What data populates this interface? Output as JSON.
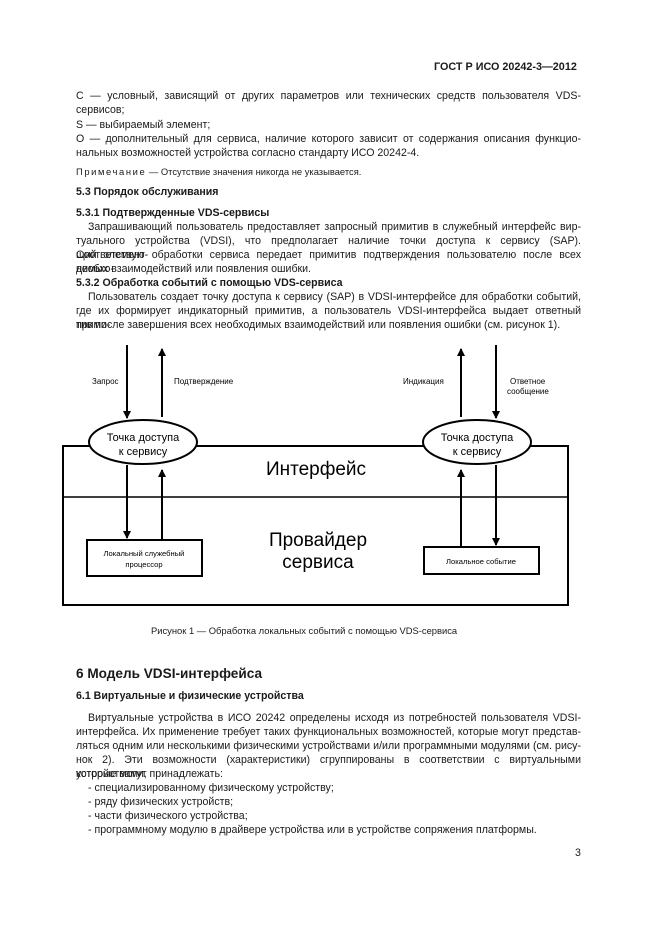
{
  "header": {
    "doc_code": "ГОСТ Р ИСО 20242-3—2012"
  },
  "defs": {
    "c_line1": "С — условный, зависящий от других параметров или технических средств пользователя VDS-",
    "c_line2": "сервисов;",
    "s_line": "S — выбираемый элемент;",
    "o_line1": "О — дополнительный для сервиса, наличие которого зависит от содержания описания функцио-",
    "o_line2": "нальных возможностей устройства согласно стандарту ИСО 20242-4.",
    "note_label": "Примечание",
    "note_text": " — Отсутствие значения никогда не указывается."
  },
  "sec53": {
    "title": "5.3 Порядок обслуживания",
    "s531_title": "5.3.1 Подтвержденные VDS-сервисы",
    "s531_lines": [
      "Запрашивающий пользователь предоставляет запросный примитив в служебный интерфейс вир-",
      "туального устройства (VDSI), что предполагает наличие точки доступа к сервису (SAP). Соответствую-",
      "щий элемент обработки сервиса передает примитив подтверждения пользователю после всех необхо-",
      "димых взаимодействий или появления ошибки."
    ],
    "s532_title": "5.3.2 Обработка событий с помощью VDS-сервиса",
    "s532_lines": [
      "Пользователь создает точку доступа к сервису (SAP) в VDSI-интерфейсе для обработки событий,",
      "где их формирует индикаторный примитив, а пользователь VDSI-интерфейса выдает ответный прими-",
      "тив после завершения всех необходимых взаимодействий или появления ошибки (см. рисунок 1)."
    ]
  },
  "figure": {
    "label_request": "Запрос",
    "label_confirm": "Подтверждение",
    "label_indication": "Индикация",
    "label_response_1": "Ответное",
    "label_response_2": "сообщение",
    "sap_left_1": "Точка доступа",
    "sap_left_2": "к сервису",
    "sap_right_1": "Точка доступа",
    "sap_right_2": "к сервису",
    "interface": "Интерфейс",
    "provider_1": "Провайдер",
    "provider_2": "сервиса",
    "local_proc_1": "Локальный служебный",
    "local_proc_2": "процессор",
    "local_event": "Локальное событие",
    "caption": "Рисунок 1 — Обработка локальных событий с помощью VDS-сервиса"
  },
  "sec6": {
    "title": "6 Модель VDSI-интерфейса",
    "s61_title": "6.1 Виртуальные и физические устройства",
    "p_lines": [
      "Виртуальные устройства в ИСО 20242 определены исходя из потребностей пользователя VDSI-",
      "интерфейса. Их применение требует таких функциональных возможностей, которые могут представ-",
      "ляться одним или несколькими физическими устройствами и/или программными модулями (см. рису-",
      "нок 2). Эти возможности (характеристики) сгруппированы в соответствии с виртуальными устройствами,",
      "которые могут принадлежать:"
    ],
    "items": [
      "- специализированному физическому устройству;",
      "- ряду физических устройств;",
      "- части физического устройства;",
      "- программному модулю в драйвере устройства или в устройстве сопряжения платформы."
    ]
  },
  "footer": {
    "page_number": "3"
  }
}
